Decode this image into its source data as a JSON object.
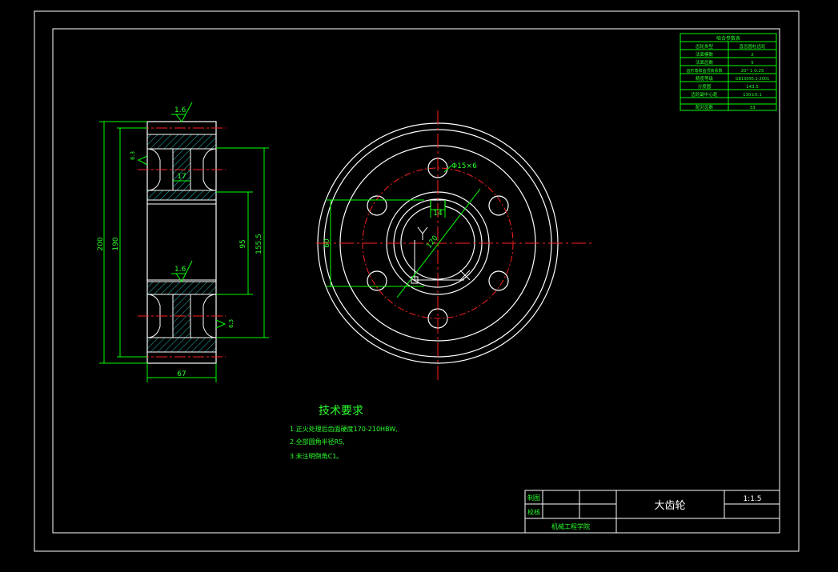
{
  "colors": {
    "background": "#000000",
    "frame": "#ffffff",
    "dimension": "#00ff00",
    "centerline": "#ff2020",
    "hatch": "#20c0c0",
    "text": "#2bff2b"
  },
  "param_table": {
    "title": "啮合参数表",
    "rows": [
      [
        "齿轮类型",
        "直齿圆柱齿轮"
      ],
      [
        "法面模数",
        "2"
      ],
      [
        "法面齿数",
        "5"
      ],
      [
        "齿形角和齿顶高系数",
        "20° 1 0.25"
      ],
      [
        "精度等级",
        "GB10095.1-2001"
      ],
      [
        "分度圆",
        "143.5"
      ],
      [
        "齿轮副中心距",
        "130±0.1"
      ],
      [
        "配对齿数",
        "33"
      ]
    ]
  },
  "section_view": {
    "roughness_top": "1.6",
    "roughness_mid": "1.6",
    "roughness_side_top": "6.3",
    "roughness_side_bottom": "6.3",
    "dim_outer": "200",
    "dim_root": "190",
    "dim_hub": "95",
    "dim_pitch": "155.5",
    "dim_web": "17",
    "dim_width": "67"
  },
  "front_view": {
    "hole_callout": "Φ15×6",
    "dim_keyway": "14",
    "dim_bore": "60",
    "dim_pcd": "120"
  },
  "tech_requirements": {
    "title": "技术要求",
    "items": [
      "1.正火处理后齿面硬度170-210HBW,",
      "2.全部圆角半径R5,",
      "3.未注明倒角C1。"
    ]
  },
  "title_block": {
    "drawn_label": "制图",
    "checked_label": "校核",
    "part_name": "大齿轮",
    "scale": "1:1.5",
    "school": "机械工程学院"
  }
}
